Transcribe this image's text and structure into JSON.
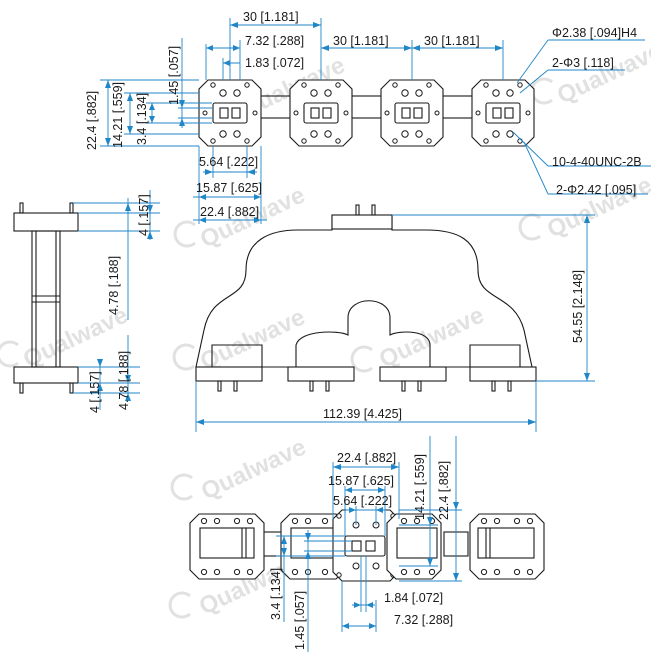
{
  "watermark": {
    "brand": "Qualwave"
  },
  "top_view": {
    "dims": {
      "pitch_a": "30 [1.181]",
      "pitch_b": "30 [1.181]",
      "pitch_c": "30 [1.181]",
      "offset_7_32": "7.32 [.288]",
      "offset_1_83": "1.83 [.072]",
      "height_22_4": "22.4 [.882]",
      "height_14_21": "14.21 [.559]",
      "height_3_4": "3.4 [.134]",
      "height_1_45": "1.45 [.057]",
      "width_5_64": "5.64 [.222]",
      "width_15_87": "15.87 [.625]",
      "width_22_4": "22.4 [.882]"
    },
    "callouts": {
      "phi_2_38": "Φ2.38 [.094]H4",
      "phi_3": "2-Φ3 [.118]",
      "thread": "10-4-40UNC-2B",
      "phi_2_42": "2-Φ2.42 [.095]"
    }
  },
  "side_view": {
    "dims": {
      "flange_4_top": "4 [.157]",
      "len_4_78_top": "4.78 [.188]",
      "len_4_78_bottom": "4.78 [.188]",
      "flange_4_bottom": "4 [.157]"
    }
  },
  "front_view": {
    "dims": {
      "overall_width": "112.39 [4.425]",
      "overall_height": "54.55 [2.148]"
    }
  },
  "bottom_view": {
    "dims": {
      "width_22_4": "22.4 [.882]",
      "width_15_87": "15.87 [.625]",
      "width_5_64": "5.64 [.222]",
      "height_14_21": "14.21 [.559]",
      "height_22_4": "22.4 [.882]",
      "height_3_4": "3.4 [.134]",
      "height_1_45": "1.45 [.057]",
      "offset_1_84": "1.84 [.072]",
      "offset_7_32": "7.32 [.288]"
    }
  },
  "colors": {
    "dimension": "#1f86c8",
    "outline": "#1a1a1a",
    "watermark": "#c9c9c9"
  }
}
